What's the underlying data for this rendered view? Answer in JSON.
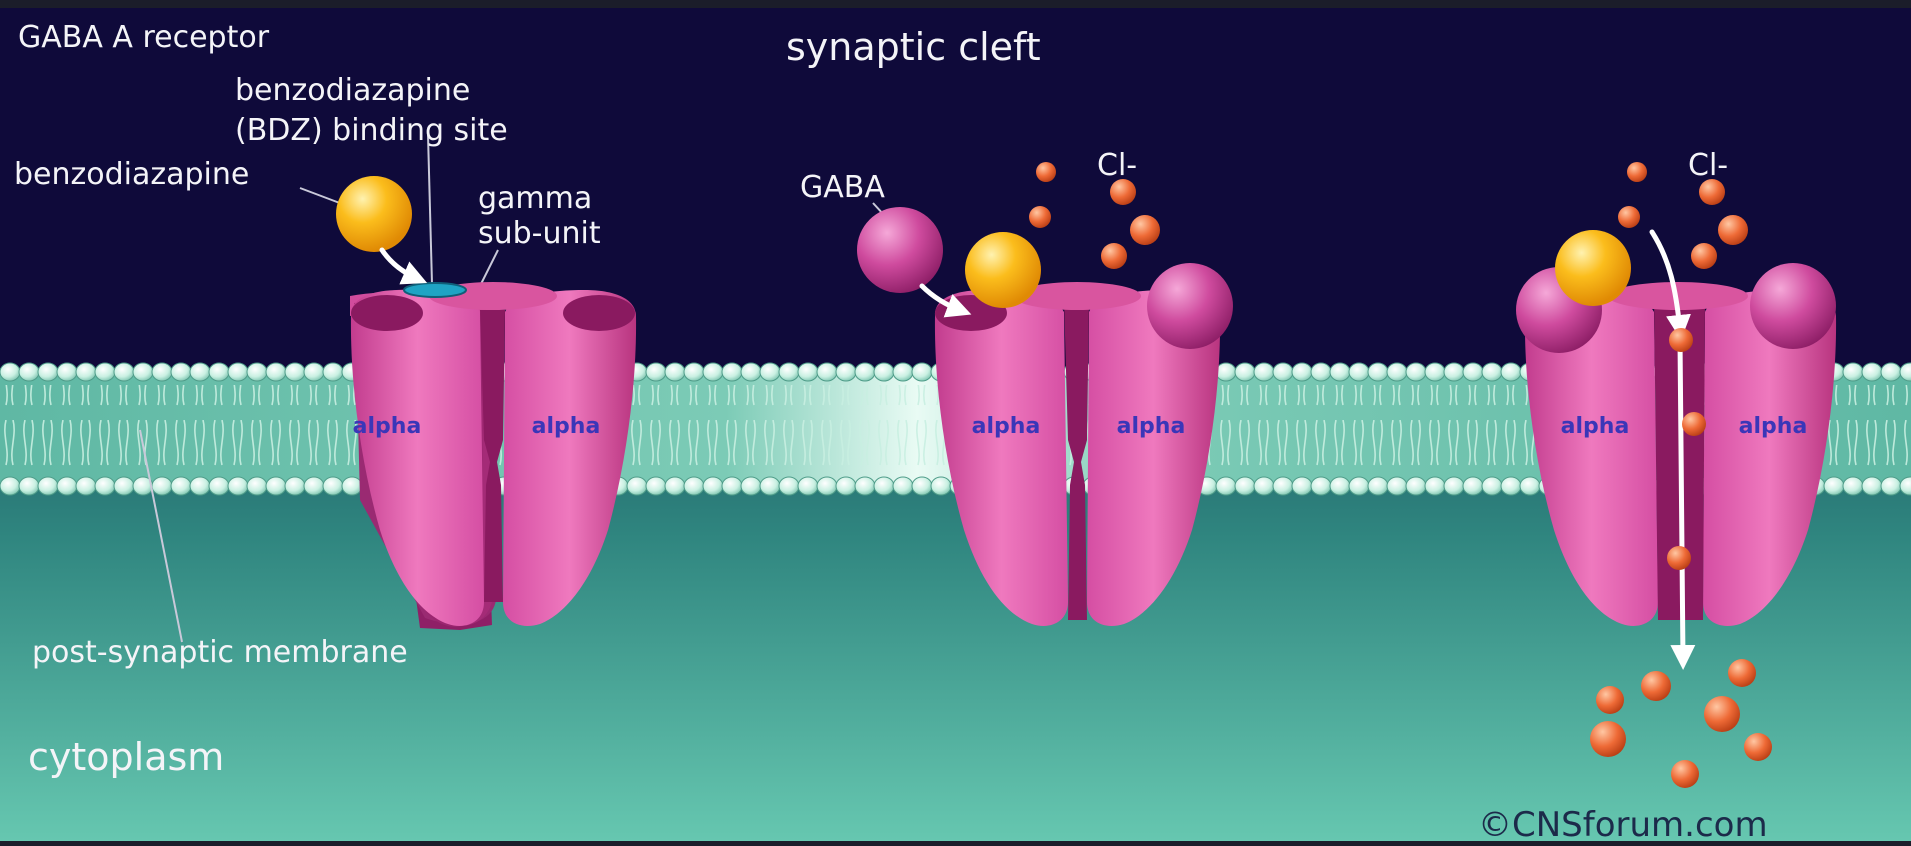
{
  "labels": {
    "receptor_title": "GABA A receptor",
    "synaptic_cleft": "synaptic cleft",
    "bdz_site_line1": "benzodiazapine",
    "bdz_site_line2": "(BDZ) binding site",
    "benzodiazapine": "benzodiazapine",
    "gamma_line1": "gamma",
    "gamma_line2": "sub-unit",
    "gaba": "GABA",
    "chloride": "Cl-",
    "alpha": "alpha",
    "membrane": "post-synaptic membrane",
    "cytoplasm": "cytoplasm",
    "credit": "©CNSforum.com"
  },
  "colors": {
    "synaptic_cleft_bg": "#0f0a3a",
    "membrane": "#bfeee0",
    "cytoplasm": "#3e9f96",
    "receptor": "#dc4fa6",
    "receptor_dark": "#a02676",
    "benzodiazapine": "#fcbc18",
    "gaba": "#c63c95",
    "chloride": "#ec6030",
    "binding_site": "#1fa4c4"
  }
}
